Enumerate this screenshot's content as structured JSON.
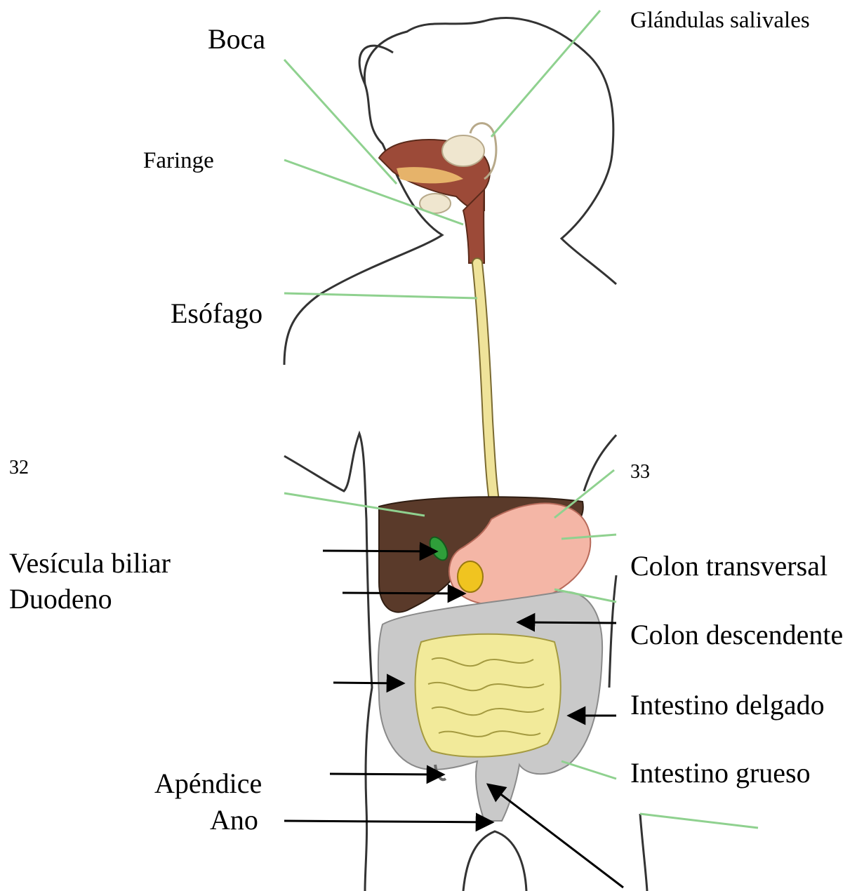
{
  "labels": {
    "boca": "Boca",
    "glandulas": "Glándulas salivales",
    "faringe": "Faringe",
    "esofago": "Esófago",
    "num32": "32",
    "num33": "33",
    "vesicula": "Vesícula biliar",
    "duodeno": "Duodeno",
    "colon_transversal": "Colon transversal",
    "colon_descendente": "Colon descendente",
    "intestino_delgado": "Intestino delgado",
    "intestino_grueso": "Intestino grueso",
    "apendice": "Apéndice",
    "ano": "Ano"
  },
  "colors": {
    "outline": "#333333",
    "leader_green": "#8fd18f",
    "esophagus": "#efe39a",
    "mouth": "#9c4a38",
    "liver": "#5a3a2a",
    "stomach": "#f4b6a6",
    "large_intestine": "#c9c9c9",
    "small_intestine": "#f2ea9a",
    "gallbladder": "#2f9e3a",
    "pancreas": "#f0c420"
  }
}
